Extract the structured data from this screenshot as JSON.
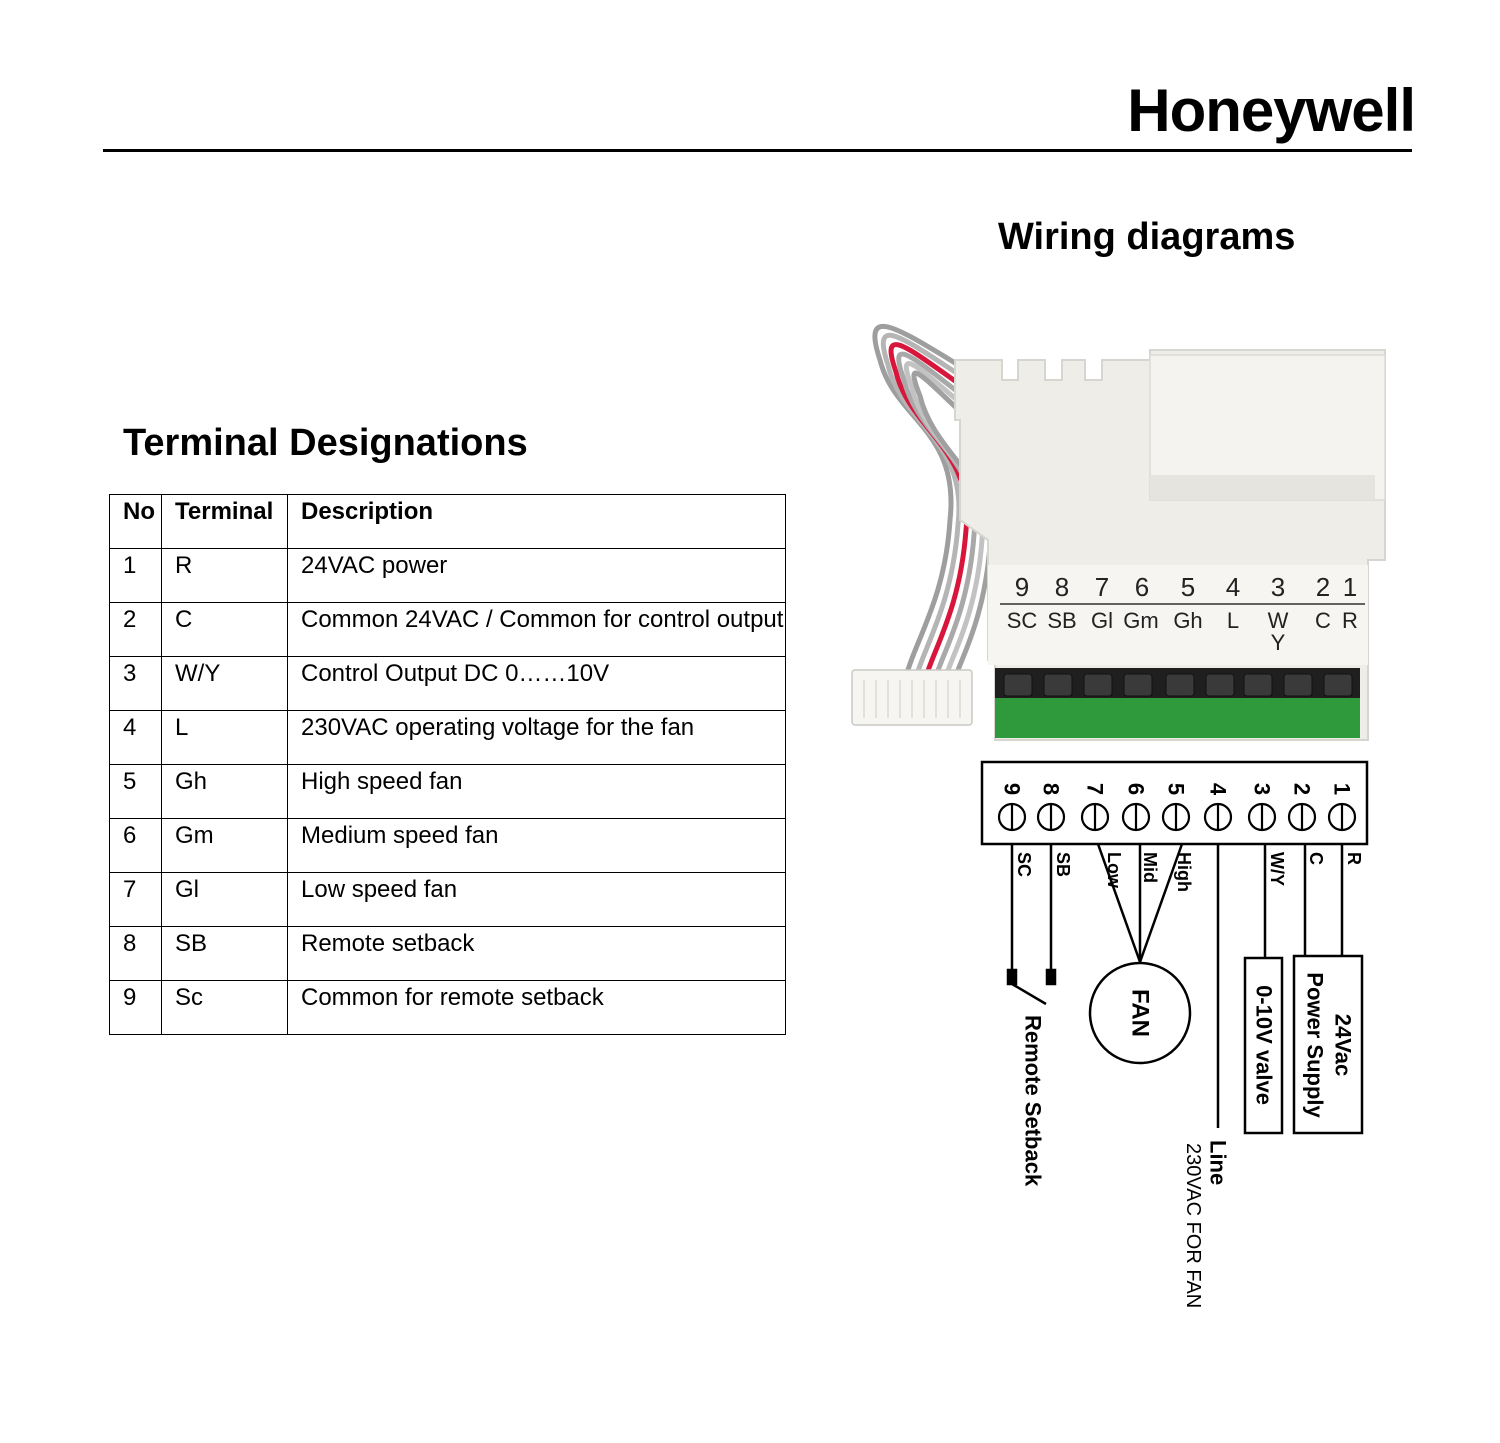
{
  "header": {
    "brand": "Honeywell"
  },
  "wiring": {
    "title": "Wiring diagrams"
  },
  "terminals": {
    "title": "Terminal Designations",
    "columns": [
      "No",
      "Terminal",
      "Description"
    ],
    "rows": [
      {
        "no": "1",
        "terminal": "R",
        "description": "24VAC power"
      },
      {
        "no": "2",
        "terminal": "C",
        "description": "Common 24VAC / Common for control output"
      },
      {
        "no": "3",
        "terminal": "W/Y",
        "description": "Control Output DC 0……10V"
      },
      {
        "no": "4",
        "terminal": "L",
        "description": "230VAC operating voltage for the fan"
      },
      {
        "no": "5",
        "terminal": "Gh",
        "description": "High speed fan"
      },
      {
        "no": "6",
        "terminal": "Gm",
        "description": "Medium speed fan"
      },
      {
        "no": "7",
        "terminal": "Gl",
        "description": "Low speed fan"
      },
      {
        "no": "8",
        "terminal": "SB",
        "description": "Remote setback"
      },
      {
        "no": "9",
        "terminal": "Sc",
        "description": "Common for remote setback"
      }
    ]
  },
  "module": {
    "numbers": [
      "9",
      "8",
      "7",
      "6",
      "5",
      "4",
      "3",
      "2",
      "1"
    ],
    "labels": [
      "SC",
      "SB",
      "Gl",
      "Gm",
      "Gh",
      "L",
      "W",
      "C",
      "R"
    ],
    "label_y": "Y",
    "colors": {
      "housing": "#eeede8",
      "terminal_block": "#2f9a3c",
      "wire_red": "#d8163c",
      "wire_gray": "#a9a9a9"
    }
  },
  "schematic": {
    "numbers": [
      "9",
      "8",
      "7",
      "6",
      "5",
      "4",
      "3",
      "2",
      "1"
    ],
    "wire_labels": [
      "SC",
      "SB",
      "Low",
      "Mid",
      "High",
      "W/Y",
      "C",
      "R"
    ],
    "fan": "FAN",
    "valve": "0-10V valve",
    "power_line1": "24Vac",
    "power_line2": "Power Supply",
    "line_label1": "Line",
    "line_label2": "230VAC FOR FAN",
    "remote": "Remote Setback"
  }
}
